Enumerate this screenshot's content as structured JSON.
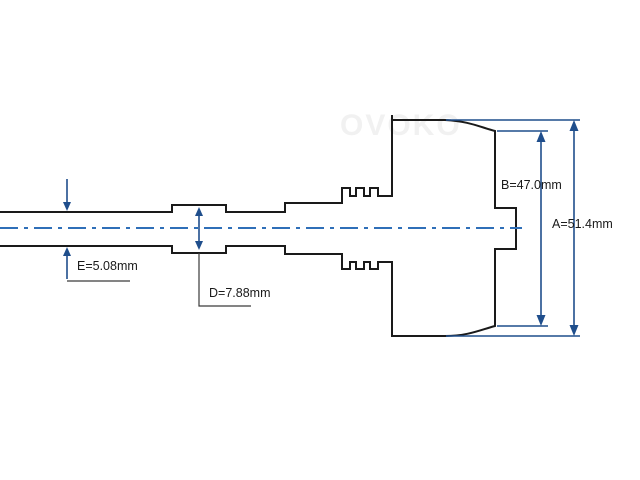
{
  "watermark": {
    "text": "OVOKO"
  },
  "dimensions": {
    "a": {
      "label": "A=51.4mm",
      "value": 51.4,
      "unit": "mm"
    },
    "b": {
      "label": "B=47.0mm",
      "value": 47.0,
      "unit": "mm"
    },
    "d": {
      "label": "D=7.88mm",
      "value": 7.88,
      "unit": "mm"
    },
    "e": {
      "label": "E=5.08mm",
      "value": 5.08,
      "unit": "mm"
    }
  },
  "colors": {
    "outline": "#1a1a1a",
    "centerline": "#2f6fb8",
    "dimension": "#1f4e8c"
  }
}
